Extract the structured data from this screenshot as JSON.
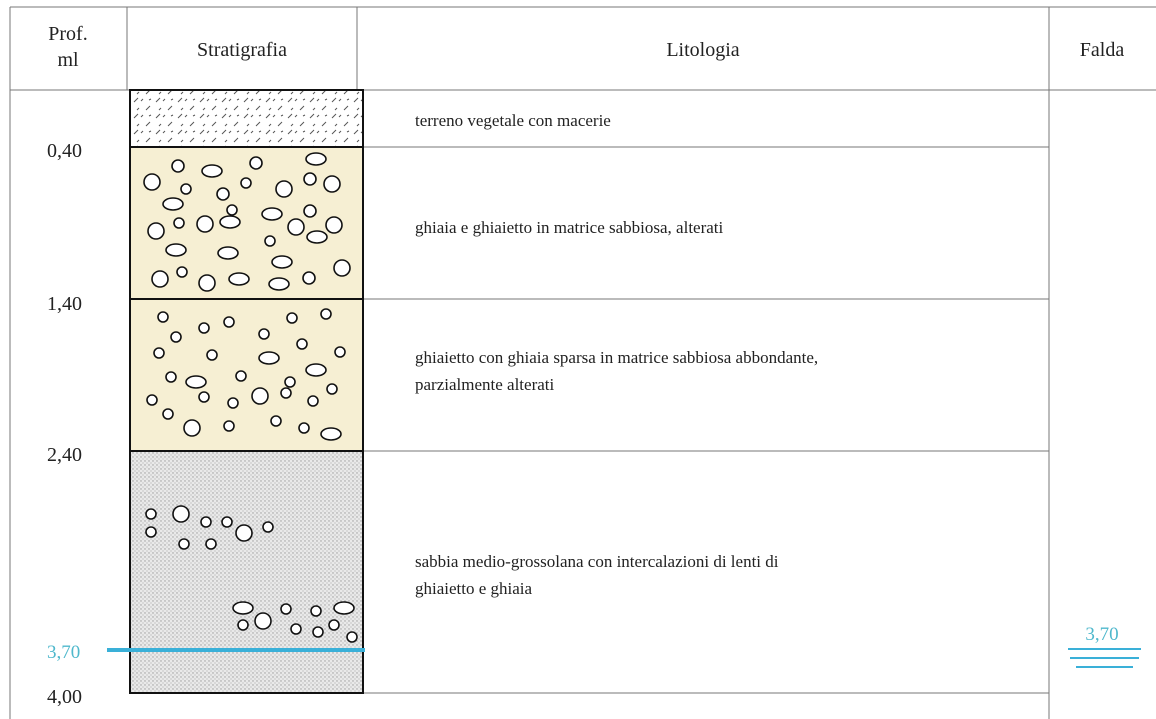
{
  "header": {
    "depth_line1": "Prof.",
    "depth_line2": "ml",
    "stratigraphy": "Stratigrafia",
    "lithology": "Litologia",
    "water_table": "Falda"
  },
  "depth_marks": [
    "0,40",
    "1,40",
    "2,40",
    "4,00"
  ],
  "layers": [
    {
      "lines": [
        "terreno vegetale con macerie"
      ]
    },
    {
      "lines": [
        "ghiaia e ghiaietto in matrice sabbiosa, alterati"
      ]
    },
    {
      "lines": [
        "ghiaietto con ghiaia sparsa in matrice sabbiosa abbondante,",
        "parzialmente alterati"
      ]
    },
    {
      "lines": [
        "sabbia medio-grossolana con intercalazioni di lenti di",
        "ghiaietto e ghiaia"
      ]
    }
  ],
  "water_level": {
    "depth_label": "3,70",
    "falda_label": "3,70"
  },
  "colors": {
    "gravel_fill": "#f6efd3",
    "sand_fill": "#e4e4e4",
    "water_line": "#3ab0d8",
    "water_text": "#4fb8cc",
    "grid": "#777777",
    "outline": "#111111"
  }
}
